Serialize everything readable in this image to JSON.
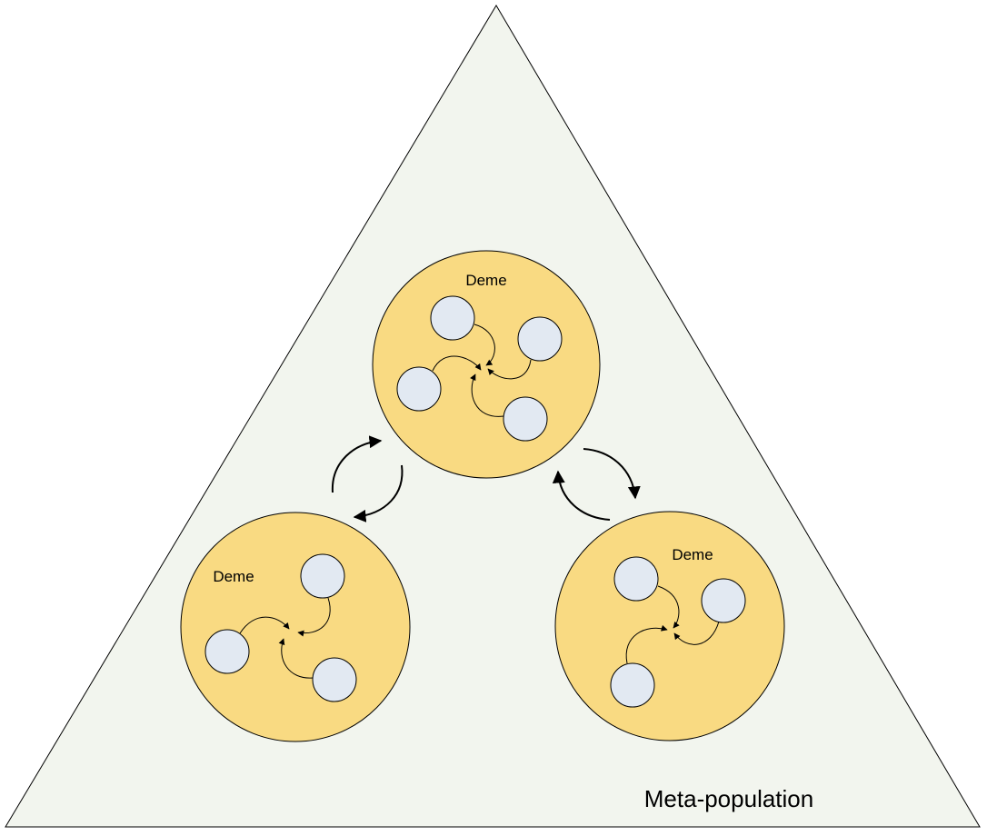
{
  "diagram": {
    "outer_label": "Meta-population",
    "demes": [
      {
        "id": "deme-top",
        "label": "Deme",
        "members": 4
      },
      {
        "id": "deme-left",
        "label": "Deme",
        "members": 3
      },
      {
        "id": "deme-right",
        "label": "Deme",
        "members": 3
      }
    ],
    "colors": {
      "triangle_fill": "#f2f5ee",
      "deme_fill": "#f9da82",
      "member_fill": "#e2e9f2",
      "stroke": "#000000"
    }
  }
}
